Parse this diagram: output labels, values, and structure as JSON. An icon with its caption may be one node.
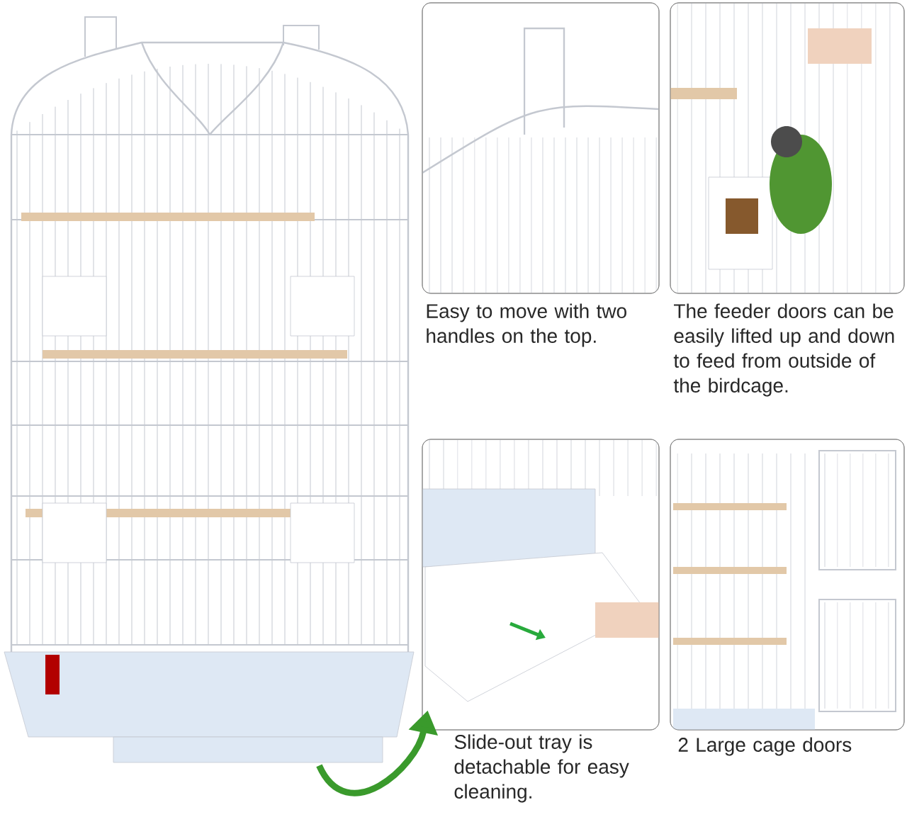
{
  "diagram": {
    "nodes": [
      {
        "text": [],
        "shape": "picture"
      },
      {
        "text": [],
        "shape": "picture",
        "beside": [
          "Easy to move with two handles on the top."
        ]
      },
      {
        "text": [],
        "shape": "picture",
        "beside": [
          "The feeder doors can be easily lifted up and down to feed from outside of the birdcage."
        ]
      },
      {
        "text": [],
        "shape": "picture",
        "beside": [
          "Slide-out tray is detachable for easy cleaning."
        ]
      },
      {
        "text": [],
        "shape": "picture",
        "beside": [
          "2 Large cage doors"
        ]
      }
    ],
    "edges": [
      {
        "from": 0,
        "to": 3,
        "arrow": "to",
        "color": "#3a9a2c"
      }
    ]
  }
}
